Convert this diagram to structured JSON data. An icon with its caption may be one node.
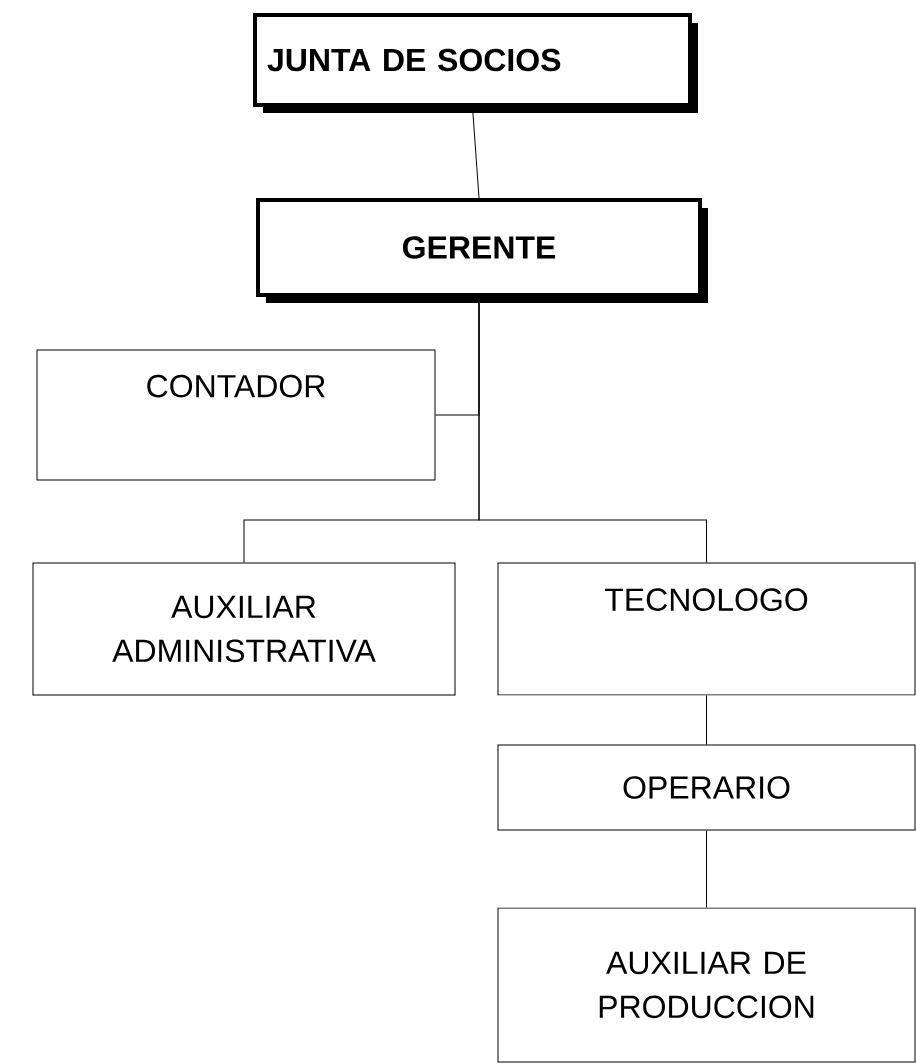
{
  "diagram": {
    "nodes": [
      {
        "text": [
          "JUNTA DE SOCIOS"
        ]
      },
      {
        "text": [
          "GERENTE"
        ]
      },
      {
        "text": [
          "CONTADOR"
        ]
      },
      {
        "text": [
          "AUXILIAR ADMINISTRATIVA"
        ]
      },
      {
        "text": [
          "TECNOLOGO"
        ]
      },
      {
        "text": [
          "OPERARIO"
        ]
      },
      {
        "text": [
          "AUXILIAR DE PRODUCCION"
        ]
      }
    ],
    "edges": [
      {
        "from": 0,
        "to": 1,
        "arrow": "none"
      },
      {
        "from": 1,
        "to": 2,
        "arrow": "none"
      },
      {
        "from": 1,
        "to": 3,
        "arrow": "none"
      },
      {
        "from": 1,
        "to": 4,
        "arrow": "none"
      },
      {
        "from": 4,
        "to": 5,
        "arrow": "none"
      },
      {
        "from": 5,
        "to": 6,
        "arrow": "none"
      }
    ]
  }
}
